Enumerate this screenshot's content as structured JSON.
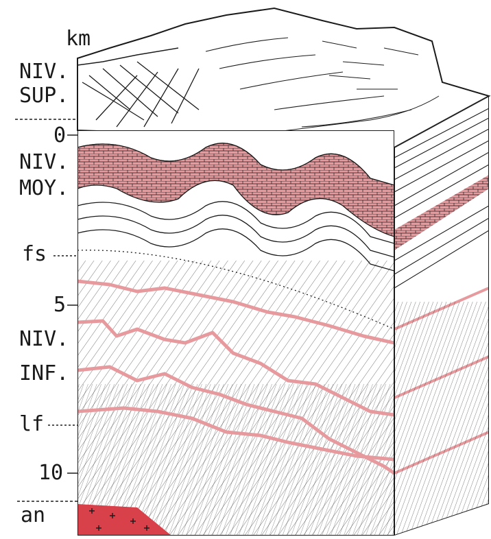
{
  "labels": {
    "unit": "km",
    "niv_sup_1": "NIV.",
    "niv_sup_2": "SUP.",
    "tick_0": "0",
    "niv_moy_1": "NIV.",
    "niv_moy_2": "MOY.",
    "fs": "fs",
    "tick_5": "5",
    "niv_inf_1": "NIV.",
    "niv_inf_2": "INF.",
    "lf": "lf",
    "tick_10": "10",
    "an": "an"
  },
  "colors": {
    "ink": "#1a1a1a",
    "pink_layer": "#e79a9e",
    "red_basement": "#d8404a",
    "paper": "#ffffff"
  }
}
